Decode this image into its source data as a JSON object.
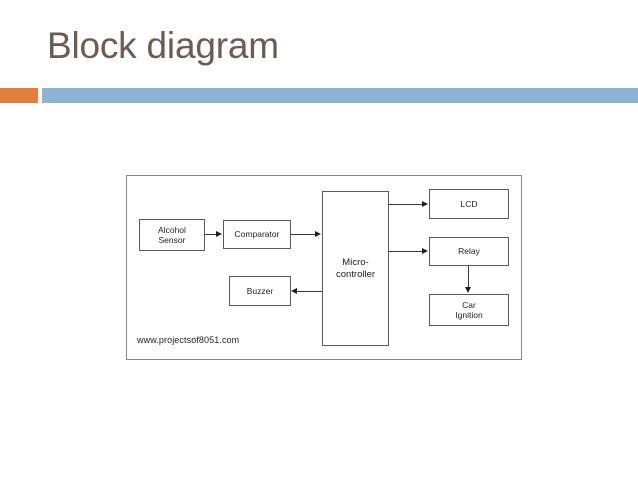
{
  "slide": {
    "title": "Block diagram",
    "title_color": "#6B5B52",
    "background_color": "#FFFFFF"
  },
  "accent_bars": {
    "orange_color": "#E0803C",
    "blue_color": "#8EB4D4"
  },
  "diagram": {
    "watermark": "www.projectsof8051.com",
    "border_color": "#8A8A8A",
    "blocks": [
      {
        "id": "alcohol-sensor",
        "label": "Alcohol\nSensor"
      },
      {
        "id": "comparator",
        "label": "Comparator"
      },
      {
        "id": "microcontroller",
        "label": "Micro-\ncontroller"
      },
      {
        "id": "buzzer",
        "label": "Buzzer"
      },
      {
        "id": "lcd",
        "label": "LCD"
      },
      {
        "id": "relay",
        "label": "Relay"
      },
      {
        "id": "car-ignition",
        "label": "Car\nIgnition"
      }
    ],
    "connections": [
      {
        "from": "alcohol-sensor",
        "to": "comparator",
        "direction": "right"
      },
      {
        "from": "comparator",
        "to": "microcontroller",
        "direction": "right"
      },
      {
        "from": "microcontroller",
        "to": "lcd",
        "direction": "right"
      },
      {
        "from": "microcontroller",
        "to": "relay",
        "direction": "right"
      },
      {
        "from": "microcontroller",
        "to": "buzzer",
        "direction": "left"
      },
      {
        "from": "relay",
        "to": "car-ignition",
        "direction": "down"
      }
    ]
  }
}
